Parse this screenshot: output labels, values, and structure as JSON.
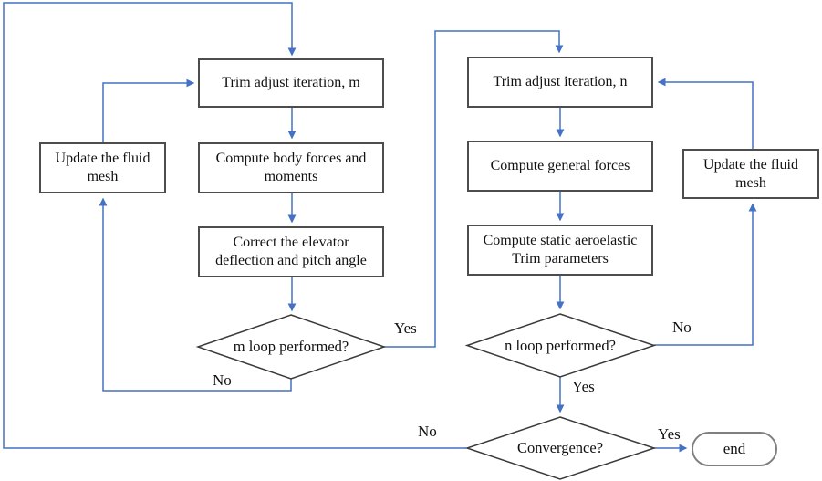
{
  "colors": {
    "connector": "#4472C4",
    "box-border": "#4d4d4d",
    "diamond-border": "#3a3a3a",
    "terminator-border": "#7f7f7f",
    "text": "#111111",
    "background": "#ffffff"
  },
  "nodes": {
    "trim_m": "Trim adjust iteration, m",
    "compute_body": "Compute body forces and moments",
    "correct_elevator": "Correct the elevator deflection and pitch angle",
    "update_mesh_left": "Update the fluid mesh",
    "m_loop": "m loop performed?",
    "trim_n": "Trim adjust iteration, n",
    "compute_general": "Compute general forces",
    "compute_static": "Compute static aeroelastic Trim parameters",
    "n_loop": "n loop performed?",
    "update_mesh_right": "Update the fluid mesh",
    "convergence": "Convergence?",
    "end": "end"
  },
  "edge_labels": {
    "m_yes": "Yes",
    "m_no": "No",
    "n_no": "No",
    "n_yes": "Yes",
    "conv_no": "No",
    "conv_yes": "Yes"
  }
}
